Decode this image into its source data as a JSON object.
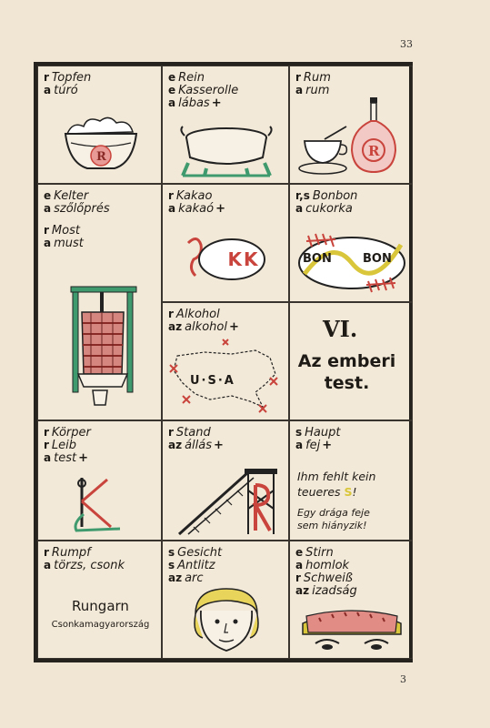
{
  "page_numbers": {
    "top": "33",
    "bottom": "3"
  },
  "cells": {
    "topfen": {
      "de_article": "r",
      "de": "Topfen",
      "hu_article": "a",
      "hu": "túró",
      "plus": ""
    },
    "rein": {
      "de_article": "e",
      "de": "Rein",
      "de2_article": "e",
      "de2": "Kasserolle",
      "hu_article": "a",
      "hu": "lábas",
      "plus": "+"
    },
    "rum": {
      "de_article": "r",
      "de": "Rum",
      "hu_article": "a",
      "hu": "rum",
      "plus": ""
    },
    "kelter": {
      "de_article": "e",
      "de": "Kelter",
      "hu_article": "a",
      "hu": "szőlőprés",
      "plus": ""
    },
    "most": {
      "de_article": "r",
      "de": "Most",
      "hu_article": "a",
      "hu": "must",
      "plus": ""
    },
    "kakao": {
      "de_article": "r",
      "de": "Kakao",
      "hu_article": "a",
      "hu": "kakaó",
      "plus": "+",
      "label": "KK"
    },
    "bonbon": {
      "de_article": "r,s",
      "de": "Bonbon",
      "hu_article": "a",
      "hu": "cukorka",
      "plus": "",
      "label_left": "BON",
      "label_right": "BON"
    },
    "alkohol": {
      "de_article": "r",
      "de": "Alkohol",
      "hu_article": "az",
      "hu": "alkohol",
      "plus": "+",
      "map_label": "U·S·A"
    },
    "chapter": {
      "roman": "VI.",
      "title_line1": "Az emberi",
      "title_line2": "test."
    },
    "koerper": {
      "de_article": "r",
      "de": "Körper",
      "de2_article": "r",
      "de2": "Leib",
      "hu_article": "a",
      "hu": "test",
      "plus": "+"
    },
    "stand": {
      "de_article": "r",
      "de": "Stand",
      "hu_article": "az",
      "hu": "állás",
      "plus": "+"
    },
    "haupt": {
      "de_article": "s",
      "de": "Haupt",
      "hu_article": "a",
      "hu": "fej",
      "plus": "+",
      "phrase_de_1": "Ihm fehlt kein",
      "phrase_de_2a": "teueres ",
      "phrase_de_2b": "S",
      "phrase_de_2c": "!",
      "phrase_hu_1": "Egy drága feje",
      "phrase_hu_2": "sem hiányzik!"
    },
    "rumpf": {
      "de_article": "r",
      "de": "Rumpf",
      "hu_article": "a",
      "hu": "törzs, csonk",
      "plus": "",
      "caption_1": "Rungarn",
      "caption_2": "Csonkamagyarország"
    },
    "gesicht": {
      "de_article": "s",
      "de": "Gesicht",
      "de2_article": "s",
      "de2": "Antlitz",
      "hu_article": "az",
      "hu": "arc",
      "plus": ""
    },
    "stirn": {
      "de_article": "e",
      "de": "Stirn",
      "hu_article": "a",
      "hu": "homlok",
      "de2_article": "r",
      "de2": "Schweiß",
      "hu2_article": "az",
      "hu2": "izadság",
      "plus": ""
    }
  },
  "colors": {
    "red": "#c9443c",
    "green": "#3f9a6e",
    "yellow": "#d9c63a",
    "ink": "#1e1a16",
    "paper": "#f1e6d3"
  }
}
